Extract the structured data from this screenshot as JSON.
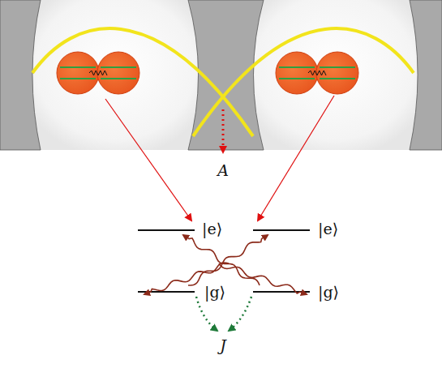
{
  "diagram": {
    "labels": [
      "A",
      "|e⟩",
      "|e⟩",
      "|g⟩",
      "|g⟩",
      "J"
    ]
  }
}
